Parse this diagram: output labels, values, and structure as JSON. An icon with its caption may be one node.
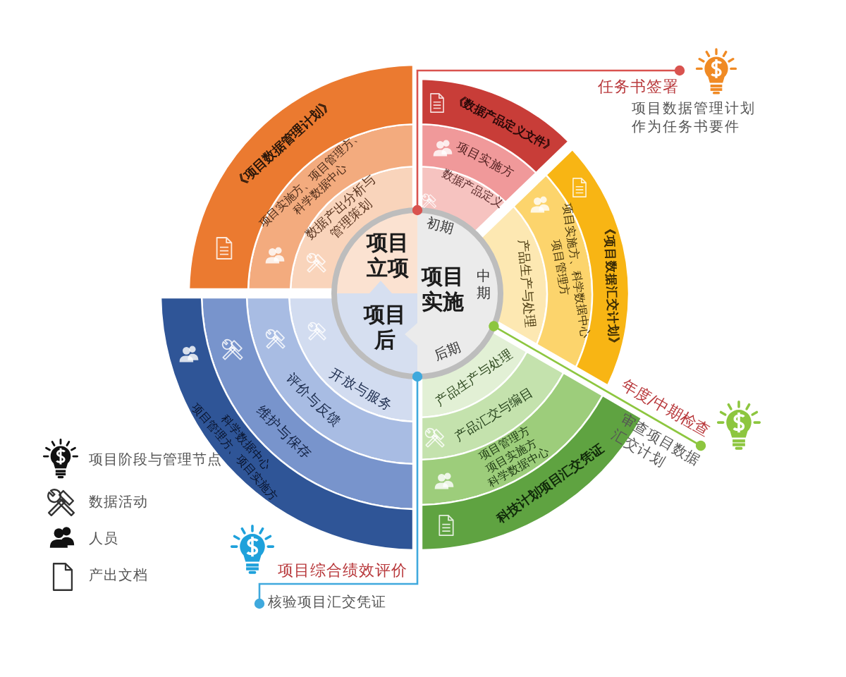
{
  "diagram": {
    "nodes": [
      {
        "text": [
          "项目立项"
        ]
      },
      {
        "text": [
          "项目实施"
        ]
      },
      {
        "text": [
          "初期"
        ],
        "in": 1
      },
      {
        "text": [
          "中期"
        ],
        "in": 1
      },
      {
        "text": [
          "后期"
        ],
        "in": 1
      },
      {
        "text": [
          "项目后"
        ]
      },
      {
        "text": [
          "数据产出分析与管理策划"
        ]
      },
      {
        "text": [
          "项目实施方、项目管理方、科学数据中心"
        ]
      },
      {
        "text": [
          "《项目数据管理计划》"
        ]
      },
      {
        "text": [
          "数据产品定义"
        ]
      },
      {
        "text": [
          "项目实施方"
        ]
      },
      {
        "text": [
          "《数据产品定义文件》"
        ]
      },
      {
        "text": [
          "产品生产与处理"
        ]
      },
      {
        "text": [
          "项目实施方、科学数据中心",
          "项目管理方"
        ]
      },
      {
        "text": [
          "《项目数据汇交计划》"
        ]
      },
      {
        "text": [
          "产品生产与处理"
        ]
      },
      {
        "text": [
          "产品汇交与编目"
        ]
      },
      {
        "text": [
          "项目管理方",
          "项目实施方",
          "科学数据中心"
        ]
      },
      {
        "text": [
          "科技计划项目汇交凭证"
        ]
      },
      {
        "text": [
          "开放与服务"
        ]
      },
      {
        "text": [
          "评价与反馈"
        ]
      },
      {
        "text": [
          "维护与保存"
        ]
      },
      {
        "text": [
          "科学数据中心",
          "项目管理方、项目实施方"
        ]
      },
      {
        "text": [
          "任务书签署"
        ],
        "beside": [
          "项目数据管理计划作为任务书要件"
        ]
      },
      {
        "text": [
          "年度/中期检查"
        ],
        "beside": [
          "审查项目数据汇交计划"
        ]
      },
      {
        "text": [
          "核验项目汇交凭证"
        ],
        "beside": [
          "项目综合绩效评价"
        ]
      }
    ],
    "edges": [
      {
        "from": 2,
        "to": 23,
        "arrow": "other",
        "color": "#d9534f"
      },
      {
        "from": 3,
        "to": 24,
        "arrow": "other",
        "color": "#8dc63f"
      },
      {
        "from": 4,
        "to": 25,
        "arrow": "other",
        "color": "#3fa9dd"
      }
    ],
    "legend": [
      {
        "text": "项目阶段与管理节点"
      },
      {
        "text": "数据活动"
      },
      {
        "text": "人员"
      },
      {
        "text": "产出文档"
      }
    ]
  }
}
